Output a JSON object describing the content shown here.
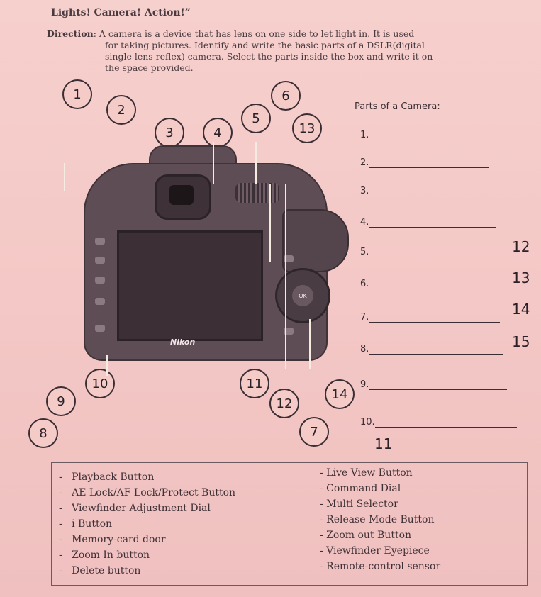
{
  "title": "Lights! Camera! Action!”",
  "direction": {
    "label": "Direction",
    "line1": ": A camera is a device that has lens on one side to let light in. It is used",
    "line2": "for taking pictures. Identify and write the basic parts of a DSLR(digital",
    "line3": "single lens reflex) camera. Select the parts inside the box and write it on",
    "line4": "the space provided."
  },
  "camera": {
    "brand": "Nikon",
    "ok": "OK"
  },
  "callouts": [
    "1",
    "2",
    "3",
    "4",
    "5",
    "6",
    "7",
    "8",
    "9",
    "10",
    "11",
    "12",
    "13",
    "14"
  ],
  "parts": {
    "title": "Parts of a Camera:",
    "items": [
      "1.",
      "2.",
      "3.",
      "4.",
      "5.",
      "6.",
      "7.",
      "8.",
      "9.",
      "10."
    ],
    "answers": [
      "12",
      "13",
      "14",
      "15",
      "11"
    ]
  },
  "choices": {
    "left": [
      "Playback Button",
      "AE Lock/AF Lock/Protect Button",
      "Viewfinder Adjustment Dial",
      "i Button",
      "Memory-card door",
      "Zoom In button",
      "Delete button"
    ],
    "right": [
      "- Live View Button",
      "- Command Dial",
      "- Multi Selector",
      "- Release Mode Button",
      "- Zoom out Button",
      "- Viewfinder Eyepiece",
      "- Remote-control sensor"
    ]
  }
}
